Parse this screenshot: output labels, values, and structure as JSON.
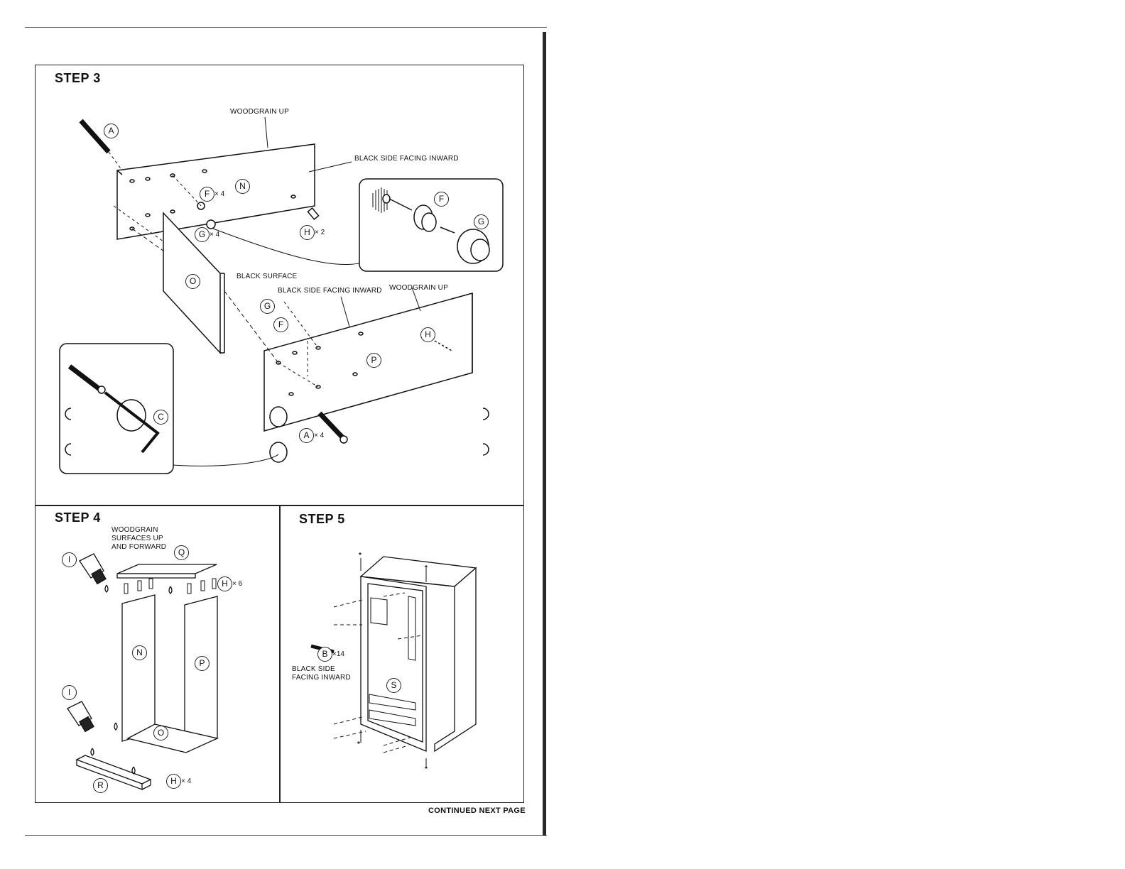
{
  "page": {
    "footer": "CONTINUED NEXT PAGE"
  },
  "step3": {
    "title": "STEP 3",
    "labels": {
      "woodgrain_up_top": "WOODGRAIN UP",
      "black_side_top": "BLACK SIDE FACING INWARD",
      "black_surface": "BLACK SURFACE",
      "black_side_bottom": "BLACK SIDE FACING INWARD",
      "woodgrain_up_bottom": "WOODGRAIN UP"
    },
    "parts": {
      "A": "A",
      "N": "N",
      "F": "F",
      "G": "G",
      "H": "H",
      "O": "O",
      "P": "P",
      "C": "C",
      "F_detail": "F",
      "G_detail": "G",
      "G_lower": "G",
      "F_lower": "F",
      "H_lower": "H",
      "A_lower": "A"
    },
    "quantities": {
      "F": "× 4",
      "G": "× 4",
      "H": "× 2",
      "A": "× 4"
    }
  },
  "step4": {
    "title": "STEP 4",
    "labels": {
      "woodgrain_line1": "WOODGRAIN",
      "woodgrain_line2": "SURFACES UP",
      "woodgrain_line3": "AND FORWARD"
    },
    "parts": {
      "I_top": "I",
      "Q": "Q",
      "H_top": "H",
      "N": "N",
      "P": "P",
      "I_bottom": "I",
      "O": "O",
      "R": "R",
      "H_bottom": "H"
    },
    "quantities": {
      "H_top": "× 6",
      "H_bottom": "× 4"
    }
  },
  "step5": {
    "title": "STEP 5",
    "labels": {
      "black_side_line1": "BLACK SIDE",
      "black_side_line2": "FACING INWARD",
      "asterisk": "*"
    },
    "parts": {
      "B": "B",
      "S": "S"
    },
    "quantities": {
      "B": "×14"
    }
  }
}
